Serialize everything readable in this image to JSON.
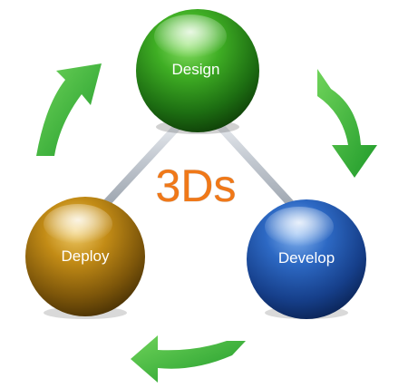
{
  "title": "3Ds",
  "nodes": [
    {
      "id": "design",
      "label": "Design",
      "color": "#2f9a1e"
    },
    {
      "id": "develop",
      "label": "Develop",
      "color": "#1d4fa8"
    },
    {
      "id": "deploy",
      "label": "Deploy",
      "color": "#b57f12"
    }
  ],
  "colors": {
    "title": "#f07818",
    "arrows": "#3cb43c",
    "connector": "#c9ced6",
    "background": "#ffffff"
  },
  "arrows": [
    {
      "from": "design",
      "to": "develop",
      "icon": "curved-arrow-icon"
    },
    {
      "from": "develop",
      "to": "deploy",
      "icon": "curved-arrow-icon"
    },
    {
      "from": "deploy",
      "to": "design",
      "icon": "curved-arrow-icon"
    }
  ]
}
